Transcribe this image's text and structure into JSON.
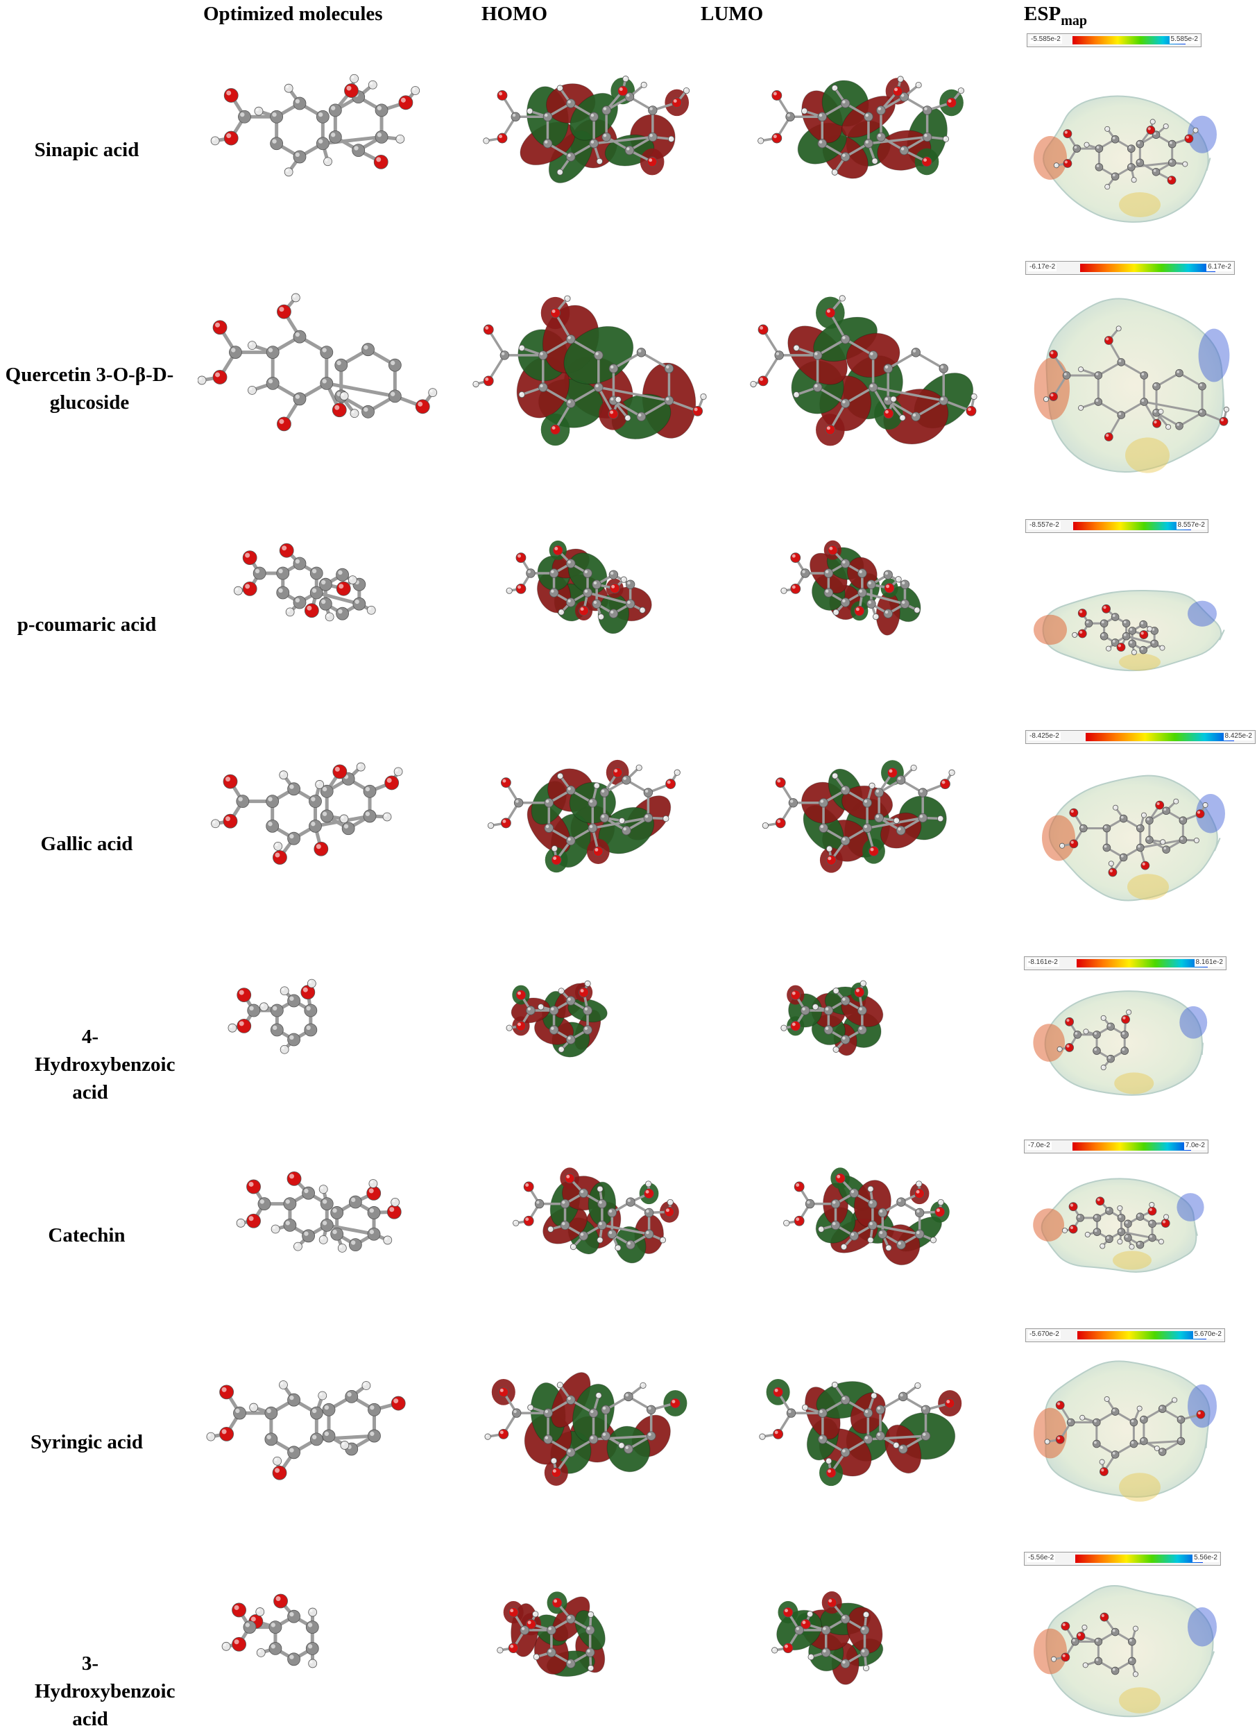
{
  "headers": {
    "optimized": "Optimized molecules",
    "homo": "HOMO",
    "lumo": "LUMO",
    "esp_main": "ESP",
    "esp_sub": "map"
  },
  "rows": [
    {
      "name": "Sinapic acid",
      "scale_lo": "-5.585e-2",
      "scale_hi": "5.585e-2"
    },
    {
      "name": "Quercetin 3-O-β-D-glucoside",
      "scale_lo": "-6.17e-2",
      "scale_hi": "6.17e-2"
    },
    {
      "name": "p-coumaric acid",
      "scale_lo": "-8.557e-2",
      "scale_hi": "8.557e-2"
    },
    {
      "name": "Gallic acid",
      "scale_lo": "-8.425e-2",
      "scale_hi": "8.425e-2"
    },
    {
      "name": "4-Hydroxybenzoic acid",
      "scale_lo": "-8.161e-2",
      "scale_hi": "8.161e-2"
    },
    {
      "name": "Catechin",
      "scale_lo": "-7.0e-2",
      "scale_hi": "7.0e-2"
    },
    {
      "name": "Syringic acid",
      "scale_lo": "-5.670e-2",
      "scale_hi": "5.670e-2"
    },
    {
      "name": "3-Hydroxybenzoic acid",
      "scale_lo": "-5.56e-2",
      "scale_hi": "5.56e-2"
    }
  ],
  "colors": {
    "carbon": "#8e8e8e",
    "oxygen": "#d41111",
    "hydrogen": "#e6e6e6",
    "orbital_positive": "#8a1a18",
    "orbital_negative": "#245e24"
  }
}
